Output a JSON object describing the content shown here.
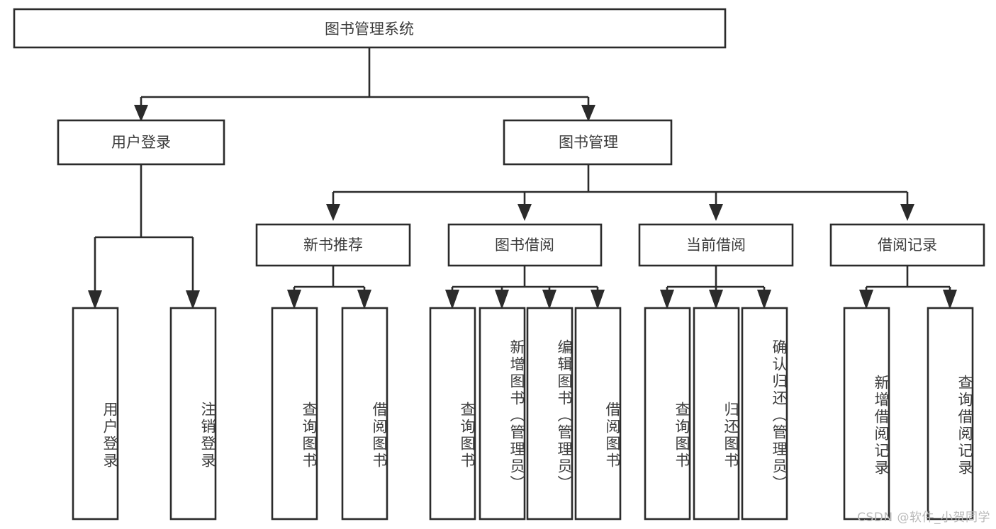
{
  "diagram": {
    "type": "tree",
    "title": "图书管理系统",
    "orientation": "top-down",
    "colors": {
      "stroke": "#2b2b2b",
      "box_fill": "#ffffff",
      "text": "#3c3c3c",
      "background": "#ffffff",
      "watermark": "#b9b9b9"
    },
    "root": {
      "label": "图书管理系统"
    },
    "level2": [
      {
        "label": "用户登录"
      },
      {
        "label": "图书管理"
      }
    ],
    "level3": [
      {
        "label": "新书推荐"
      },
      {
        "label": "图书借阅"
      },
      {
        "label": "当前借阅"
      },
      {
        "label": "借阅记录"
      }
    ],
    "leaves": {
      "user_login": [
        {
          "label": "用户登录"
        },
        {
          "label": "注销登录"
        }
      ],
      "new_book_recommend": [
        {
          "label": "查询图书"
        },
        {
          "label": "借阅图书"
        }
      ],
      "book_borrow": [
        {
          "label": "查询图书"
        },
        {
          "label": "新增图书（管理员）"
        },
        {
          "label": "编辑图书（管理员）"
        },
        {
          "label": "借阅图书"
        }
      ],
      "current_borrow": [
        {
          "label": "查询图书"
        },
        {
          "label": "归还图书"
        },
        {
          "label": "确认归还（管理员）"
        }
      ],
      "borrow_record": [
        {
          "label": "新增借阅记录"
        },
        {
          "label": "查询借阅记录"
        }
      ]
    }
  },
  "watermark": {
    "text": "CSDN @软件_小贺同学"
  }
}
